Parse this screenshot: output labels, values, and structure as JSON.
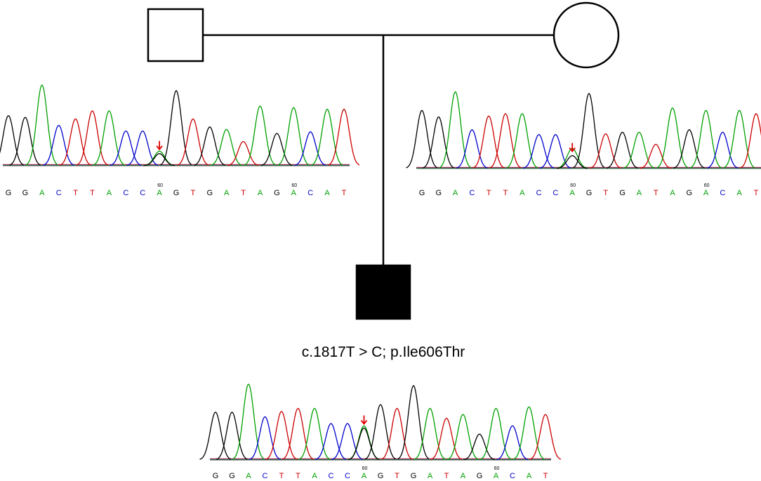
{
  "pedigree": {
    "father": {
      "shape": "square",
      "affected": false
    },
    "mother": {
      "shape": "circle",
      "affected": false
    },
    "proband": {
      "shape": "square",
      "affected": true
    }
  },
  "variant_label": "c.1817T > C; p.Ile606Thr",
  "base_colors": {
    "A": "#00a000",
    "C": "#0000cc",
    "G": "#000000",
    "T": "#cc0000"
  },
  "marker_color": "#e00000",
  "chromatograms": [
    {
      "id": "father",
      "sequence": [
        "G",
        "G",
        "A",
        "C",
        "T",
        "T",
        "A",
        "C",
        "C",
        "A",
        "G",
        "T",
        "G",
        "A",
        "T",
        "A",
        "G",
        "A",
        "C",
        "A",
        "T"
      ],
      "peak_heights": [
        0.62,
        0.6,
        1.0,
        0.5,
        0.58,
        0.68,
        0.68,
        0.43,
        0.43,
        0.18,
        0.93,
        0.58,
        0.48,
        0.45,
        0.3,
        0.74,
        0.4,
        0.72,
        0.42,
        0.7,
        0.7
      ],
      "het_peak": {
        "index": 9,
        "secondary_base": "G",
        "secondary_height": 0.15
      },
      "position_labels": [
        {
          "after_index": 9,
          "text": "60"
        },
        {
          "after_index": 17,
          "text": "60"
        }
      ]
    },
    {
      "id": "mother",
      "sequence": [
        "G",
        "G",
        "A",
        "C",
        "T",
        "T",
        "A",
        "C",
        "C",
        "A",
        "G",
        "T",
        "G",
        "A",
        "T",
        "A",
        "G",
        "A",
        "C",
        "A",
        "T"
      ],
      "peak_heights": [
        0.72,
        0.64,
        0.95,
        0.48,
        0.65,
        0.68,
        0.68,
        0.42,
        0.42,
        0.25,
        0.93,
        0.43,
        0.45,
        0.45,
        0.3,
        0.75,
        0.48,
        0.72,
        0.45,
        0.72,
        0.68
      ],
      "het_peak": {
        "index": 9,
        "secondary_base": "G",
        "secondary_height": 0.16
      },
      "position_labels": [
        {
          "after_index": 9,
          "text": "60"
        },
        {
          "after_index": 17,
          "text": "60"
        }
      ]
    },
    {
      "id": "proband",
      "sequence": [
        "G",
        "G",
        "A",
        "C",
        "T",
        "T",
        "A",
        "C",
        "C",
        "A",
        "G",
        "T",
        "G",
        "A",
        "T",
        "A",
        "G",
        "A",
        "C",
        "A",
        "T"
      ],
      "peak_heights": [
        0.63,
        0.63,
        1.0,
        0.57,
        0.64,
        0.68,
        0.68,
        0.48,
        0.48,
        0.45,
        0.73,
        0.68,
        0.98,
        0.68,
        0.55,
        0.6,
        0.34,
        0.68,
        0.45,
        0.7,
        0.6
      ],
      "het_peak": {
        "index": 9,
        "secondary_base": "G",
        "secondary_height": 0.42
      },
      "position_labels": [
        {
          "after_index": 9,
          "text": "60"
        },
        {
          "after_index": 17,
          "text": "60"
        }
      ]
    }
  ]
}
